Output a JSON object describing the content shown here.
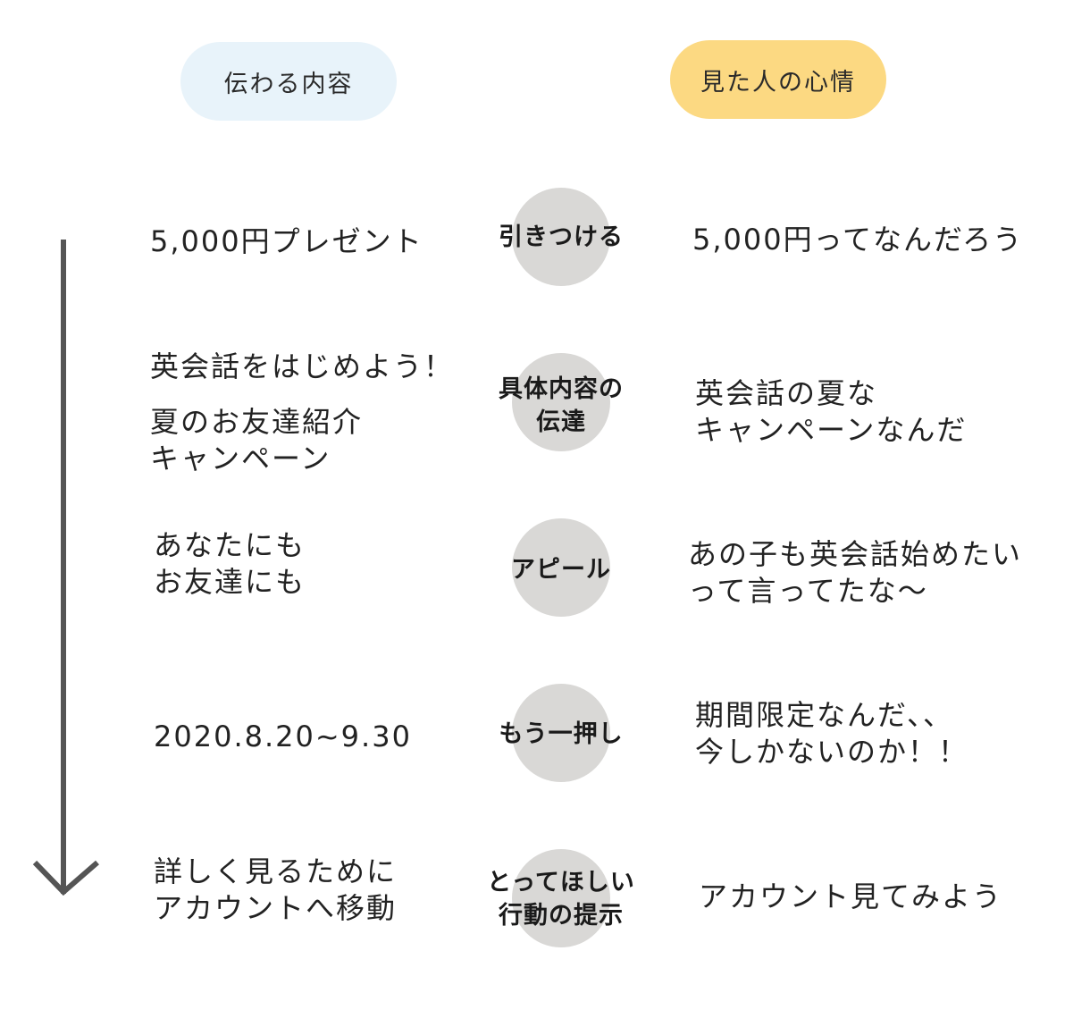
{
  "headers": {
    "left": "伝わる内容",
    "right": "見た人の心情",
    "left_color": "#e8f3fa",
    "right_color": "#fcd982"
  },
  "stages": [
    {
      "content": [
        "5,000円プレゼント"
      ],
      "stage": [
        "引きつける"
      ],
      "feeling": [
        "5,000円ってなんだろう"
      ]
    },
    {
      "content_head": [
        "英会話をはじめよう！"
      ],
      "content": [
        "夏のお友達紹介",
        "キャンペーン"
      ],
      "stage": [
        "具体内容の",
        "伝達"
      ],
      "feeling": [
        "英会話の夏な",
        "キャンペーンなんだ"
      ]
    },
    {
      "content": [
        "あなたにも",
        "お友達にも"
      ],
      "stage": [
        "アピール"
      ],
      "feeling": [
        "あの子も英会話始めたい",
        "って言ってたな〜"
      ]
    },
    {
      "content": [
        "2020.8.20~9.30"
      ],
      "stage": [
        "もう一押し"
      ],
      "feeling": [
        "期間限定なんだ、、",
        "今しかないのか！！"
      ]
    },
    {
      "content": [
        "詳しく見るために",
        "アカウントへ移動"
      ],
      "stage": [
        "とってほしい",
        "行動の提示"
      ],
      "feeling": [
        "アカウント見てみよう"
      ]
    }
  ],
  "colors": {
    "circle": "#d9d8d6",
    "arrow": "#555555"
  },
  "icons": {
    "flow_arrow": "down-arrow-icon"
  }
}
